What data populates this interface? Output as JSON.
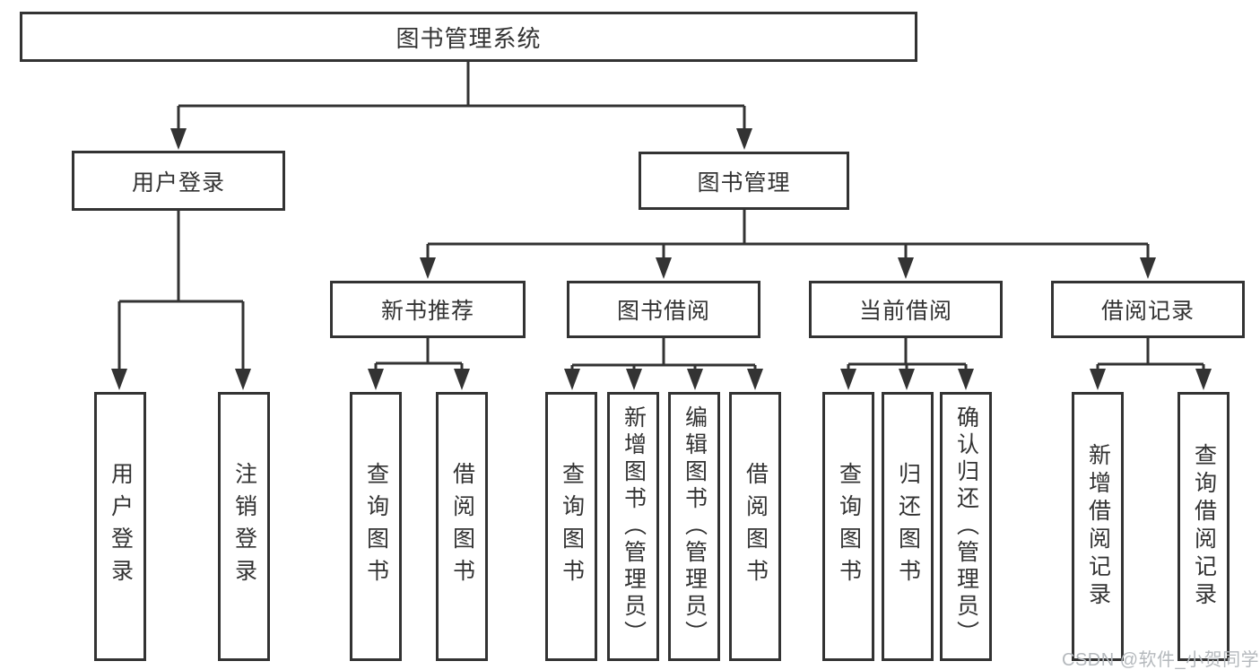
{
  "diagram": {
    "root": "图书管理系统",
    "level2": {
      "user_login": "用户登录",
      "book_management": "图书管理"
    },
    "level3": {
      "new_book_recommend": "新书推荐",
      "book_borrow": "图书借阅",
      "current_borrow": "当前借阅",
      "borrow_record": "借阅记录"
    },
    "leaves": {
      "user_login": "用户登录",
      "logout_login": "注销登录",
      "recommend_query_book": "查询图书",
      "recommend_borrow_book": "借阅图书",
      "borrow_query_book": "查询图书",
      "borrow_add_book_admin": "新增图书（管理员）",
      "borrow_edit_book_admin": "编辑图书（管理员）",
      "borrow_borrow_book": "借阅图书",
      "current_query_book": "查询图书",
      "current_return_book": "归还图书",
      "current_confirm_return_admin": "确认归还（管理员）",
      "record_add_borrow_record": "新增借阅记录",
      "record_query_borrow_record": "查询借阅记录"
    }
  },
  "watermark": {
    "text": "CSDN @软件_小贺同学",
    "color": "#b5b9bd"
  },
  "colors": {
    "line": "#333333",
    "box_border": "#333333",
    "text": "#333333",
    "background": "#ffffff"
  }
}
